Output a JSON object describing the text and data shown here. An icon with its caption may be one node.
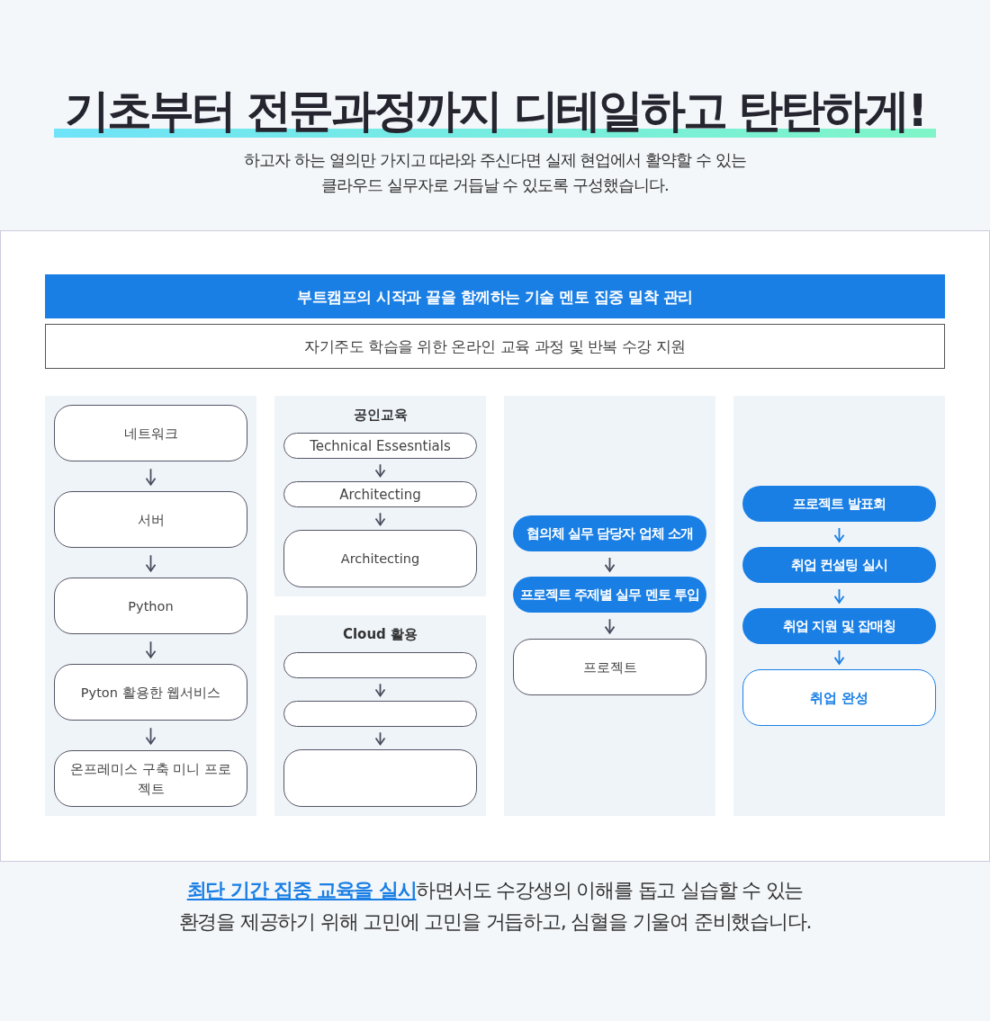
{
  "diagram": {
    "title": "기초부터 전문과정까지 디테일하고 탄탄하게!",
    "nodes": [
      {
        "text": [
          "부트캠프의 시작과 끝을 함께하는 기술 멘토 집중 밀착 관리"
        ]
      },
      {
        "text": [
          "자기주도 학습을 위한 온라인 교육 과정 및 반복 수강 지원"
        ]
      },
      {
        "text": [
          "네트워크"
        ]
      },
      {
        "text": [
          "서버"
        ]
      },
      {
        "text": [
          "Python"
        ]
      },
      {
        "text": [
          "Pyton 활용한 웹서비스"
        ]
      },
      {
        "text": [
          "온프레미스 구축 미니 프로젝트"
        ]
      },
      {
        "text": [
          "공인교육"
        ]
      },
      {
        "text": [
          "Technical Essesntials"
        ],
        "in": 7
      },
      {
        "text": [
          "Architecting"
        ],
        "in": 7
      },
      {
        "text": [
          "Architecting"
        ],
        "in": 7
      },
      {
        "text": [
          "Cloud 활용"
        ]
      },
      {
        "text": [],
        "shape": "box",
        "in": 11
      },
      {
        "text": [],
        "shape": "box",
        "in": 11
      },
      {
        "text": [],
        "shape": "box",
        "in": 11
      },
      {
        "text": [
          "협의체 실무 담당자 업체 소개"
        ]
      },
      {
        "text": [
          "프로젝트 주제별 실무 멘토 투입"
        ]
      },
      {
        "text": [
          "프로젝트"
        ]
      },
      {
        "text": [
          "프로젝트 발표회"
        ]
      },
      {
        "text": [
          "취업 컨설팅 실시"
        ]
      },
      {
        "text": [
          "취업 지원 및 잡매칭"
        ]
      },
      {
        "text": [
          "취업 완성"
        ]
      }
    ],
    "edges": [
      {
        "from": 2,
        "to": 3,
        "arrow": "to"
      },
      {
        "from": 3,
        "to": 4,
        "arrow": "to"
      },
      {
        "from": 4,
        "to": 5,
        "arrow": "to"
      },
      {
        "from": 5,
        "to": 6,
        "arrow": "to"
      },
      {
        "from": 8,
        "to": 9,
        "arrow": "to"
      },
      {
        "from": 9,
        "to": 10,
        "arrow": "to"
      },
      {
        "from": 12,
        "to": 13,
        "arrow": "to"
      },
      {
        "from": 13,
        "to": 14,
        "arrow": "to"
      },
      {
        "from": 15,
        "to": 16,
        "arrow": "to"
      },
      {
        "from": 16,
        "to": 17,
        "arrow": "to"
      },
      {
        "from": 18,
        "to": 19,
        "arrow": "to",
        "color": "#1a7fe5"
      },
      {
        "from": 19,
        "to": 20,
        "arrow": "to",
        "color": "#1a7fe5"
      },
      {
        "from": 20,
        "to": 21,
        "arrow": "to",
        "color": "#1a7fe5"
      }
    ],
    "labels": [
      "하고자 하는 열의만 가지고 따라와 주신다면 실제 현업에서 활약할 수 있는 클라우드 실무자로 거듭날 수 있도록 구성했습니다.",
      "**최단 기간 집중 교육을 실시**하면서도 수강생의 이해를 돕고 실습할 수 있는 환경을 제공하기 위해 고민에 고민을 거듭하고, 심혈을 기울여 준비했습니다."
    ]
  }
}
